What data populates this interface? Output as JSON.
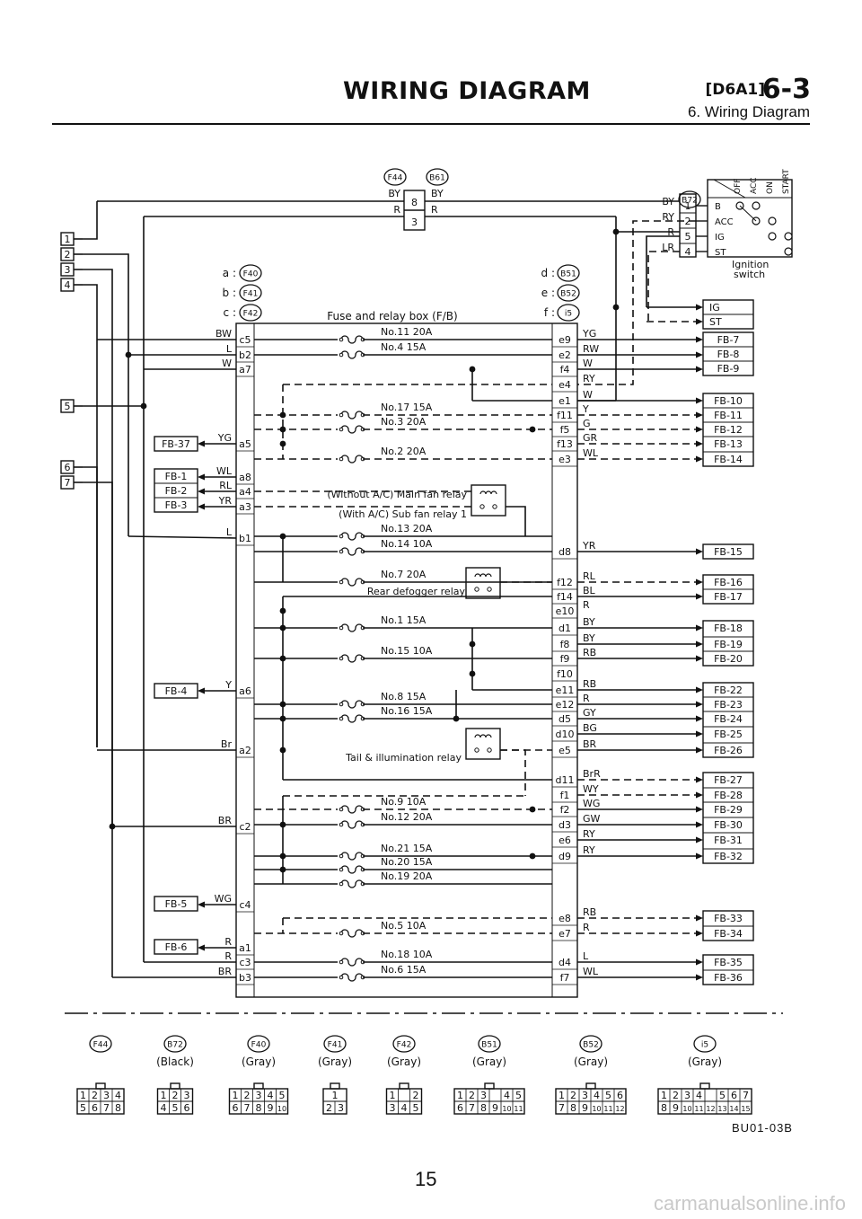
{
  "header": {
    "title": "WIRING DIAGRAM",
    "code": "[D6A1]",
    "section": "6-3",
    "subtitle": "6. Wiring Diagram"
  },
  "connectors_top": [
    "F44",
    "B61",
    "B72"
  ],
  "top_wires": {
    "left_colors": [
      "BY",
      "R"
    ],
    "pins": [
      "8",
      "3"
    ],
    "right_colors": [
      "BY",
      "R"
    ]
  },
  "ignition": {
    "wire_colors": [
      "BY",
      "RY",
      "R",
      "LR"
    ],
    "pins": [
      "1",
      "2",
      "5",
      "4"
    ],
    "rows": [
      "B",
      "ACC",
      "IG",
      "ST"
    ],
    "positions": [
      "OFF",
      "ACC",
      "ON",
      "START"
    ],
    "label": [
      "Ignition",
      "switch"
    ]
  },
  "left_terminals": [
    "1",
    "2",
    "3",
    "4",
    "5",
    "6",
    "7"
  ],
  "connector_map_left": [
    {
      "key": "a",
      "conn": "F40"
    },
    {
      "key": "b",
      "conn": "F41"
    },
    {
      "key": "c",
      "conn": "F42"
    }
  ],
  "connector_map_right": [
    {
      "key": "d",
      "conn": "B51"
    },
    {
      "key": "e",
      "conn": "B52"
    },
    {
      "key": "f",
      "conn": "i5"
    }
  ],
  "box_title": "Fuse and relay box (F/B)",
  "left_pins": [
    {
      "pin": "c5",
      "color": "BW"
    },
    {
      "pin": "b2",
      "color": "L"
    },
    {
      "pin": "a7",
      "color": "W"
    },
    {
      "pin": "a5",
      "color": "YG"
    },
    {
      "pin": "a8",
      "color": "WL"
    },
    {
      "pin": "a4",
      "color": "RL"
    },
    {
      "pin": "a3",
      "color": "YR"
    },
    {
      "pin": "b1",
      "color": "L"
    },
    {
      "pin": "a6",
      "color": "Y"
    },
    {
      "pin": "a2",
      "color": "Br"
    },
    {
      "pin": "c2",
      "color": "BR"
    },
    {
      "pin": "c4",
      "color": "WG"
    },
    {
      "pin": "a1",
      "color": "R"
    },
    {
      "pin": "c3",
      "color": "R"
    },
    {
      "pin": "b3",
      "color": "BR"
    }
  ],
  "fb_left": [
    "FB-37",
    "FB-1",
    "FB-2",
    "FB-3",
    "FB-4",
    "FB-5",
    "FB-6"
  ],
  "fuses": [
    "No.11 20A",
    "No.4 15A",
    "No.17 15A",
    "No.3 20A",
    "No.2 20A",
    "No.13 20A",
    "No.14 10A",
    "No.7 20A",
    "No.1 15A",
    "No.15 10A",
    "No.8 15A",
    "No.16 15A",
    "No.9 10A",
    "No.12 20A",
    "No.21 15A",
    "No.20 15A",
    "No.19 20A",
    "No.5 10A",
    "No.18 10A",
    "No.6 15A"
  ],
  "relays": [
    "(Without A/C) Main fan relay",
    "(With A/C) Sub fan relay 1",
    "Rear defogger relay",
    "Tail & illumination relay"
  ],
  "right_pins": [
    {
      "pin": "e9",
      "color": "YG"
    },
    {
      "pin": "e2",
      "color": "RW"
    },
    {
      "pin": "f4",
      "color": "W"
    },
    {
      "pin": "e4",
      "color": "RY"
    },
    {
      "pin": "e1",
      "color": "W"
    },
    {
      "pin": "f11",
      "color": "Y"
    },
    {
      "pin": "f5",
      "color": "G"
    },
    {
      "pin": "f13",
      "color": "GR"
    },
    {
      "pin": "e3",
      "color": "WL"
    },
    {
      "pin": "d8",
      "color": "YR"
    },
    {
      "pin": "f12",
      "color": "RL"
    },
    {
      "pin": "f14",
      "color": "BL"
    },
    {
      "pin": "e10",
      "color": "R"
    },
    {
      "pin": "d1",
      "color": "BY"
    },
    {
      "pin": "f8",
      "color": "BY"
    },
    {
      "pin": "f9",
      "color": "RB"
    },
    {
      "pin": "f10",
      "color": ""
    },
    {
      "pin": "e11",
      "color": "RB"
    },
    {
      "pin": "e12",
      "color": "R"
    },
    {
      "pin": "d5",
      "color": "GY"
    },
    {
      "pin": "d10",
      "color": "BG"
    },
    {
      "pin": "e5",
      "color": "BR"
    },
    {
      "pin": "d11",
      "color": "BrR"
    },
    {
      "pin": "f1",
      "color": "WY"
    },
    {
      "pin": "f2",
      "color": "WG"
    },
    {
      "pin": "d3",
      "color": "GW"
    },
    {
      "pin": "e6",
      "color": "RY"
    },
    {
      "pin": "d9",
      "color": "RY"
    },
    {
      "pin": "e8",
      "color": "RB"
    },
    {
      "pin": "e7",
      "color": "R"
    },
    {
      "pin": "d4",
      "color": "L"
    },
    {
      "pin": "f7",
      "color": "WL"
    }
  ],
  "fb_right_top": [
    "IG",
    "ST",
    "FB-7",
    "FB-8",
    "FB-9"
  ],
  "fb_right": [
    "FB-10",
    "FB-11",
    "FB-12",
    "FB-13",
    "FB-14",
    "FB-15",
    "FB-16",
    "FB-17",
    "FB-18",
    "FB-19",
    "FB-20",
    "FB-22",
    "FB-23",
    "FB-24",
    "FB-25",
    "FB-26",
    "FB-27",
    "FB-28",
    "FB-29",
    "FB-30",
    "FB-31",
    "FB-32",
    "FB-33",
    "FB-34",
    "FB-35",
    "FB-36"
  ],
  "connector_legend": [
    {
      "name": "F44",
      "color": "",
      "rows": [
        [
          "1",
          "2",
          "3",
          "4"
        ],
        [
          "5",
          "6",
          "7",
          "8"
        ]
      ]
    },
    {
      "name": "B72",
      "color": "(Black)",
      "rows": [
        [
          "1",
          "2",
          "3"
        ],
        [
          "4",
          "5",
          "6"
        ]
      ]
    },
    {
      "name": "F40",
      "color": "(Gray)",
      "rows": [
        [
          "1",
          "2",
          "3",
          "4",
          "5"
        ],
        [
          "6",
          "7",
          "8",
          "9",
          "10"
        ]
      ]
    },
    {
      "name": "F41",
      "color": "(Gray)",
      "rows": [
        [
          "1"
        ],
        [
          "2",
          "3"
        ]
      ]
    },
    {
      "name": "F42",
      "color": "(Gray)",
      "rows": [
        [
          "1",
          "",
          "2"
        ],
        [
          "3",
          "4",
          "5"
        ]
      ]
    },
    {
      "name": "B51",
      "color": "(Gray)",
      "rows": [
        [
          "1",
          "2",
          "3",
          "",
          "4",
          "5"
        ],
        [
          "6",
          "7",
          "8",
          "9",
          "10",
          "11"
        ]
      ]
    },
    {
      "name": "B52",
      "color": "(Gray)",
      "rows": [
        [
          "1",
          "2",
          "3",
          "4",
          "5",
          "6"
        ],
        [
          "7",
          "8",
          "9",
          "10",
          "11",
          "12"
        ]
      ]
    },
    {
      "name": "i5",
      "color": "(Gray)",
      "rows": [
        [
          "1",
          "2",
          "3",
          "4",
          "",
          "5",
          "6",
          "7"
        ],
        [
          "8",
          "9",
          "10",
          "11",
          "12",
          "13",
          "14",
          "15"
        ]
      ]
    }
  ],
  "figure_code": "BU01-03B",
  "page_number": "15",
  "watermark": "carmanualsonline.info"
}
